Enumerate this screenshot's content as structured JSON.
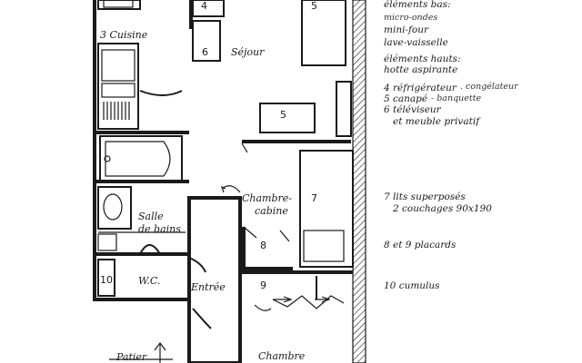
{
  "rooms": {
    "cuisine": "3 Cuisine",
    "sejour": "Séjour",
    "salle_de_bains_1": "Salle",
    "salle_de_bains_2": "de bains",
    "wc": "W.C.",
    "entree": "Entrée",
    "chambre_cabine_1": "Chambre-",
    "chambre_cabine_2": "cabine",
    "chambre": "Chambre",
    "patier": "Patier"
  },
  "markers": {
    "m4": "4",
    "m5_top": "5",
    "m5_mid": "5",
    "m6": "6",
    "m7": "7",
    "m8": "8",
    "m9": "9",
    "m10": "10"
  },
  "legend": {
    "bas_title": "éléments bas:",
    "bas_1": "micro-ondes",
    "bas_2": "mini-four",
    "bas_3": "lave-vaisselle",
    "hauts_title": "éléments hauts:",
    "hauts_1": "hotte aspirante",
    "item4": "4 réfrigérateur",
    "item4_note": ". congélateur",
    "item5": "5 canapé",
    "item5_note": "- banquette",
    "item6_1": "6 téléviseur",
    "item6_2": "et meuble privatif",
    "item7_1": "7 lits superposés",
    "item7_2": "2 couchages 90x190",
    "item89": "8 et 9 placards",
    "item10": "10 cumulus"
  }
}
